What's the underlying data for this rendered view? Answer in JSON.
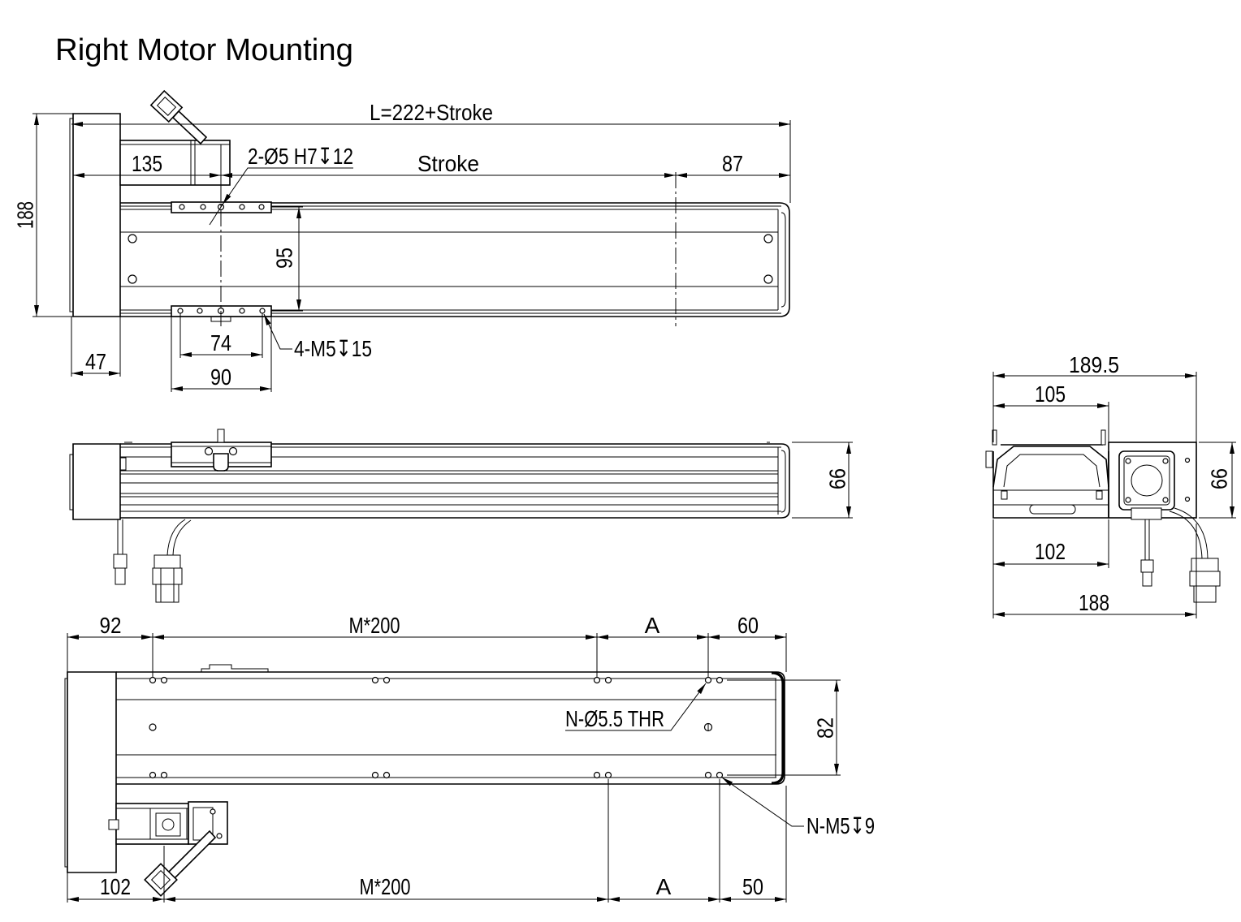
{
  "title": "Right Motor Mounting",
  "top_view": {
    "overall_length": "L=222+Stroke",
    "motor_length": "135",
    "pin_hole_note": "2-Ø5 H7↧12",
    "stroke": "Stroke",
    "end_length": "87",
    "overall_width": "188",
    "hole_spacing": "95",
    "carriage_hole_pitch": "74",
    "carriage_thread_note": "4-M5↧15",
    "end_block_width": "47",
    "carriage_length": "90"
  },
  "side_view": {
    "height": "66"
  },
  "end_view": {
    "overall_width": "189.5",
    "body_width_top": "105",
    "height": "66",
    "body_width_bottom": "102",
    "total_width": "188"
  },
  "bottom_view": {
    "top_dims": {
      "left_offset": "92",
      "pitch": "M*200",
      "variable": "A",
      "right_offset": "60"
    },
    "through_hole_note": "N-Ø5.5 THR",
    "hole_row_spacing": "82",
    "thread_note": "N-M5↧9",
    "bottom_dims": {
      "left_offset": "102",
      "pitch": "M*200",
      "variable": "A",
      "right_offset": "50"
    }
  }
}
